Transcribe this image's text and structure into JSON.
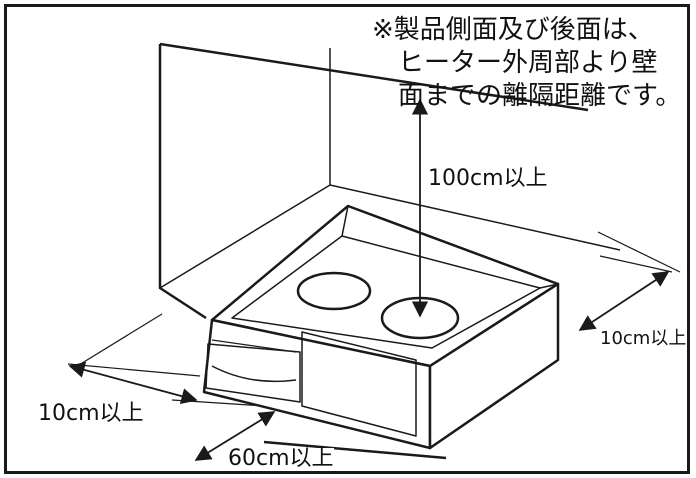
{
  "note": {
    "lines": [
      "※製品側面及び後面は、",
      "ヒーター外周部より壁",
      "面までの離隔距離です。"
    ]
  },
  "labels": {
    "top_clearance": "100cm以上",
    "side_clearance": "10cm以上",
    "rear_clearance": "10cm以上",
    "front_clearance": "60cm以上"
  },
  "colors": {
    "line": "#1a1a1a",
    "background": "#ffffff"
  }
}
